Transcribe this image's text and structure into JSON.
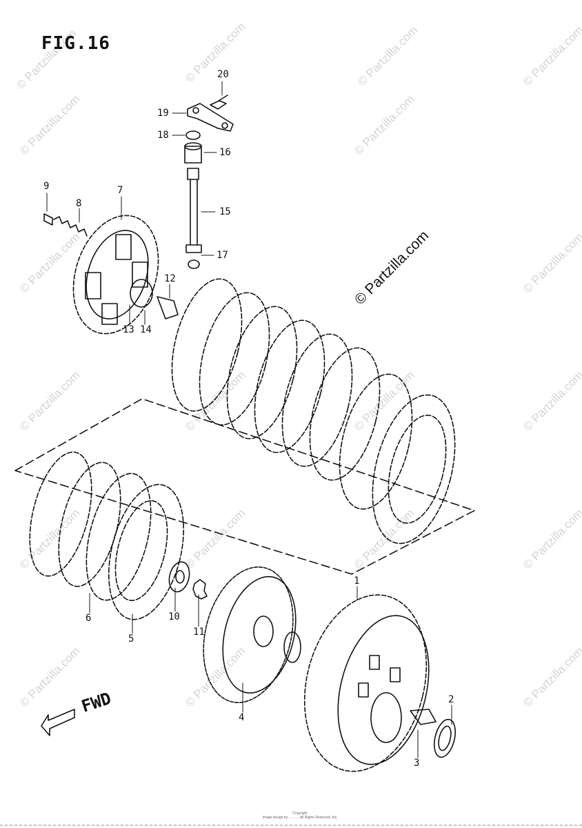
{
  "figure": {
    "title": "FIG.16"
  },
  "watermark": {
    "small_text": "© Partzilla.com",
    "large_text": "© Partzilla.com"
  },
  "callouts": [
    "1",
    "2",
    "3",
    "4",
    "5",
    "6",
    "7",
    "8",
    "9",
    "10",
    "11",
    "12",
    "13",
    "14",
    "15",
    "16",
    "17",
    "18",
    "19",
    "20"
  ],
  "direction": {
    "label": "FWD"
  },
  "footer": {
    "line1": "Copyright",
    "line2": "Image design by ... ... ... All Rights Reserved, Inc."
  }
}
